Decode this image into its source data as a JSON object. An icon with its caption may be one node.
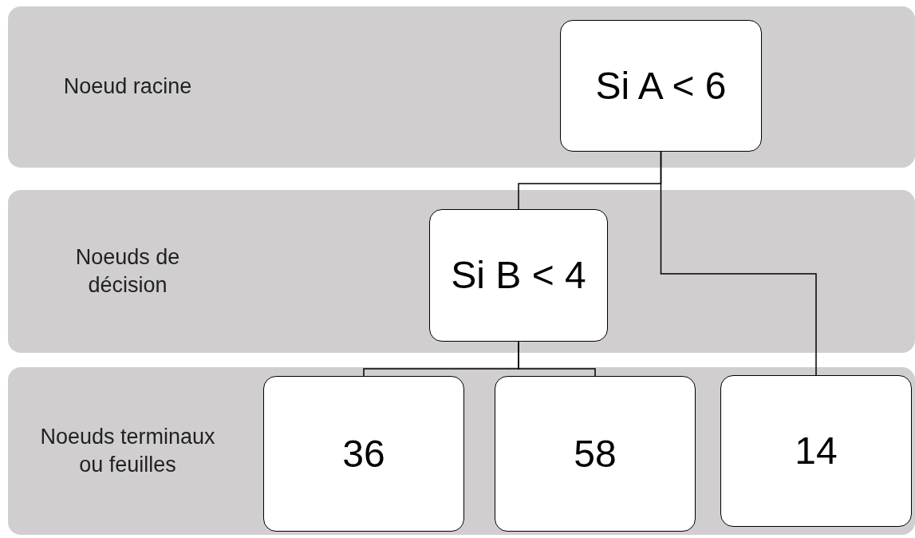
{
  "diagram": {
    "nodes": [
      {
        "text": [
          "Noeud racine"
        ]
      },
      {
        "text": [
          "Si A < 6"
        ],
        "in": 0
      },
      {
        "text": [
          "Noeuds de décision"
        ]
      },
      {
        "text": [
          "Si B < 4"
        ],
        "in": 2
      },
      {
        "text": [
          "Noeuds terminaux ou feuilles"
        ]
      },
      {
        "text": [
          "36"
        ],
        "in": 4
      },
      {
        "text": [
          "58"
        ],
        "in": 4
      },
      {
        "text": [
          "14"
        ],
        "in": 4
      }
    ],
    "edges": [
      {
        "from": 1,
        "to": 3,
        "arrow": "none"
      },
      {
        "from": 1,
        "to": 7,
        "arrow": "none"
      },
      {
        "from": 3,
        "to": 5,
        "arrow": "none"
      },
      {
        "from": 3,
        "to": 6,
        "arrow": "none"
      }
    ]
  }
}
